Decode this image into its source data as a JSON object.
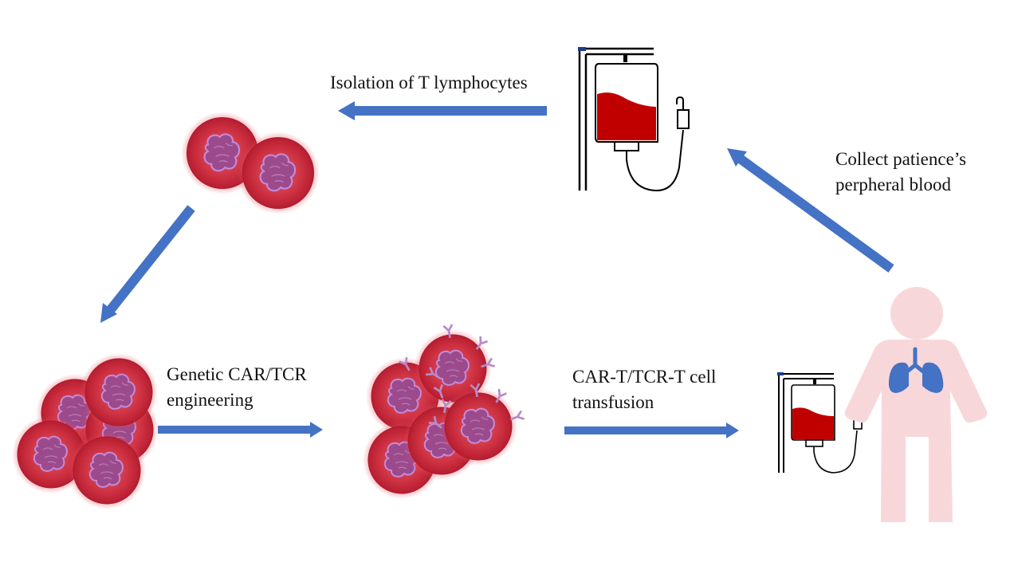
{
  "diagram": {
    "labels": {
      "isolation": "Isolation of T lymphocytes",
      "collect_line1": "Collect patience’s",
      "collect_line2": "perpheral blood",
      "engineering_line1": "Genetic CAR/TCR",
      "engineering_line2": "engineering",
      "transfusion_line1": "CAR-T/TCR-T cell",
      "transfusion_line2": "transfusion"
    },
    "colors": {
      "arrow": "#4472C4",
      "cell": "#C8283A",
      "cell_nucleus": "#9B4A8C",
      "blood": "#C00000",
      "patient_body": "#F8D7DA",
      "lungs": "#4472C4",
      "receptor": "#B58BC9"
    },
    "icons": [
      "t-cell-icon",
      "engineered-t-cell-icon",
      "iv-blood-bag-icon",
      "patient-icon",
      "lungs-icon"
    ]
  }
}
